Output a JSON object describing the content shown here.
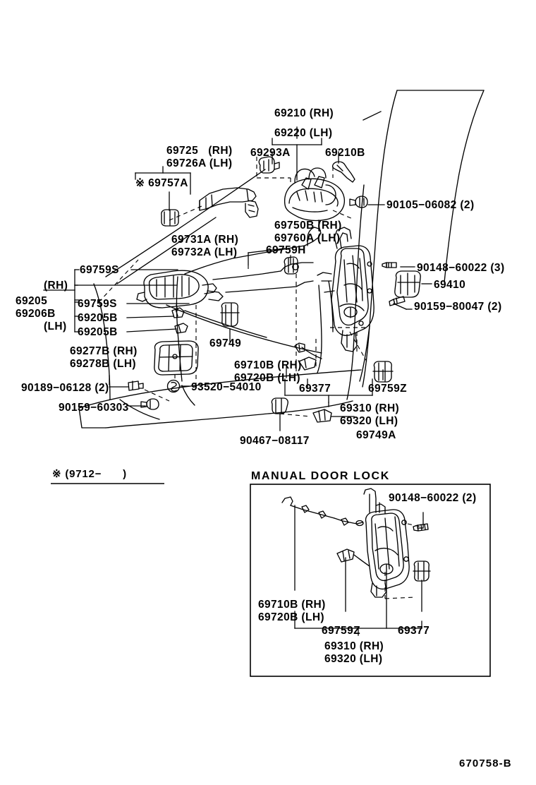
{
  "diagram": {
    "drawing_number": "670758-B",
    "footnote": "※ (9712−      )",
    "inset_title": "MANUAL DOOR LOCK"
  },
  "main_labels": {
    "l_69210_rh": "69210 (RH)",
    "l_69220_lh": "69220 (LH)",
    "l_69293a": "69293A",
    "l_69210b": "69210B",
    "l_69725_rh": "69725   (RH)",
    "l_69726a_lh": "69726A (LH)",
    "l_69757a": "※ 69757A",
    "l_90105": "90105−06082 (2)",
    "l_69750b_rh": "69750B (RH)",
    "l_69760a_lh": "69760A (LH)",
    "l_69731a_rh": "69731A (RH)",
    "l_69732a_lh": "69732A (LH)",
    "l_69759h": "69759H",
    "l_69759s_top": "69759S",
    "l_rh": "(RH)",
    "l_69205": "69205",
    "l_69206b": "69206B",
    "l_lh": "(LH)",
    "l_69759s_mid": "69759S",
    "l_69205b_a": "69205B",
    "l_69205b_b": "69205B",
    "l_90148": "90148−60022 (3)",
    "l_69410": "69410",
    "l_90159_80047": "90159−80047 (2)",
    "l_69749": "69749",
    "l_69277b_rh": "69277B (RH)",
    "l_69278b_lh": "69278B (LH)",
    "l_90189": "90189−06128 (2)",
    "l_93520": "93520−54010",
    "l_90159_60303": "90159−60303",
    "l_69710b_rh": "69710B (RH)",
    "l_69720b_lh": "69720B (LH)",
    "l_69377": "69377",
    "l_69759z": "69759Z",
    "l_69310_rh": "69310 (RH)",
    "l_69320_lh": "69320 (LH)",
    "l_90467": "90467−08117",
    "l_69749a": "69749A"
  },
  "inset_labels": {
    "l_90148": "90148−60022 (2)",
    "l_69710b_rh": "69710B (RH)",
    "l_69720b_lh": "69720B (LH)",
    "l_69759z": "69759Z",
    "l_69377": "69377",
    "l_69310_rh": "69310 (RH)",
    "l_69320_lh": "69320 (LH)"
  },
  "colors": {
    "ink": "#000000",
    "paper": "#ffffff"
  }
}
